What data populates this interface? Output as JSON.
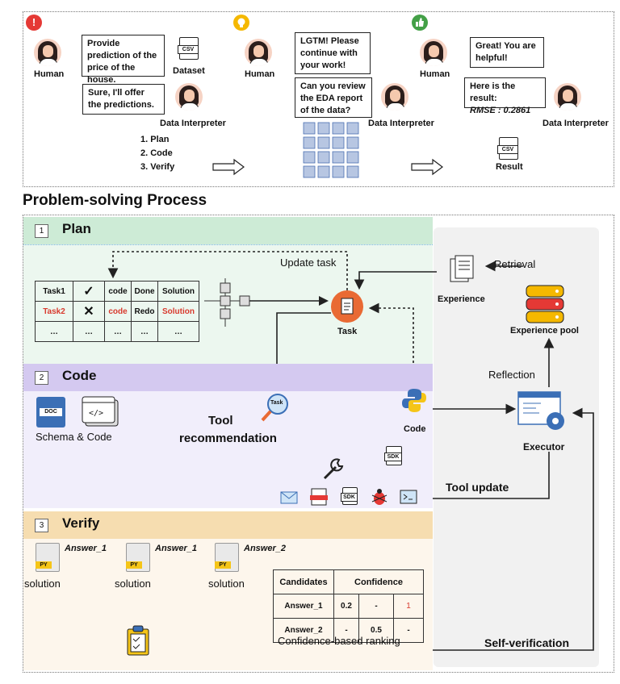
{
  "scenario": {
    "human_label_1": "Human",
    "human_bubble_1": "Provide prediction of the price of the house.",
    "dataset_label": "Dataset",
    "csv_tag": "CSV",
    "interpreter_bubble_1": "Sure, I'll offer the predictions.",
    "interpreter_label": "Data Interpreter",
    "steps": [
      "1. Plan",
      "2. Code",
      "3. Verify"
    ],
    "human_label_2": "Human",
    "human_bubble_2": "LGTM! Please continue with your work!",
    "interpreter_bubble_2": "Can you review the EDA report of the data?",
    "human_label_3": "Human",
    "human_bubble_3": "Great! You are helpful!",
    "interpreter_bubble_3_line1": "Here is the result:",
    "interpreter_bubble_3_line2": "RMSE : 0.2861",
    "result_label": "Result",
    "badges": [
      "!",
      "",
      ""
    ],
    "colors": {
      "alert": "#e53935",
      "idea": "#f5b800",
      "like": "#43a047"
    }
  },
  "process": {
    "title": "Problem-solving Process",
    "plan": {
      "num": "1",
      "title": "Plan",
      "update_task": "Update task",
      "table": [
        [
          "Task1",
          "✓",
          "code",
          "Done",
          "Solution"
        ],
        [
          "Task2",
          "✕",
          "code",
          "Redo",
          "Solution"
        ],
        [
          "…",
          "…",
          "…",
          "…",
          "…"
        ]
      ],
      "task_label": "Task"
    },
    "code": {
      "num": "2",
      "title": "Code",
      "doc_tag": "DOC",
      "schema_label": "Schema & Code",
      "tool_rec_line1": "Tool",
      "tool_rec_line2": "recommendation",
      "task_tag": "Task",
      "code_label": "Code",
      "sdk_tag": "SDK",
      "tool_update": "Tool update"
    },
    "verify": {
      "num": "3",
      "title": "Verify",
      "py_tag": "PY",
      "solutions": [
        {
          "answer": "Answer_1",
          "label": "solution"
        },
        {
          "answer": "Answer_1",
          "label": "solution"
        },
        {
          "answer": "Answer_2",
          "label": "solution"
        }
      ],
      "table_headers": [
        "Candidates",
        "Confidence"
      ],
      "table_rows": [
        [
          "Answer_1",
          "0.2",
          "-",
          "1"
        ],
        [
          "Answer_2",
          "-",
          "0.5",
          "-"
        ]
      ],
      "ranking_label": "Confidence-based ranking"
    },
    "right": {
      "retrieval": "Retrieval",
      "experience": "Experience",
      "experience_pool": "Experience pool",
      "reflection": "Reflection",
      "executor": "Executor",
      "self_verification": "Self-verification"
    },
    "colors": {
      "plan_bar": "#cdebd6",
      "plan_bg": "#ecf7ef",
      "code_bar": "#d4c9f0",
      "code_bg": "#f1eefb",
      "verify_bar": "#f6ddb0",
      "verify_bg": "#fdf6ec",
      "right_bg": "#f1f1f1",
      "red": "#d83a2e",
      "task_orange": "#e96a34"
    }
  }
}
